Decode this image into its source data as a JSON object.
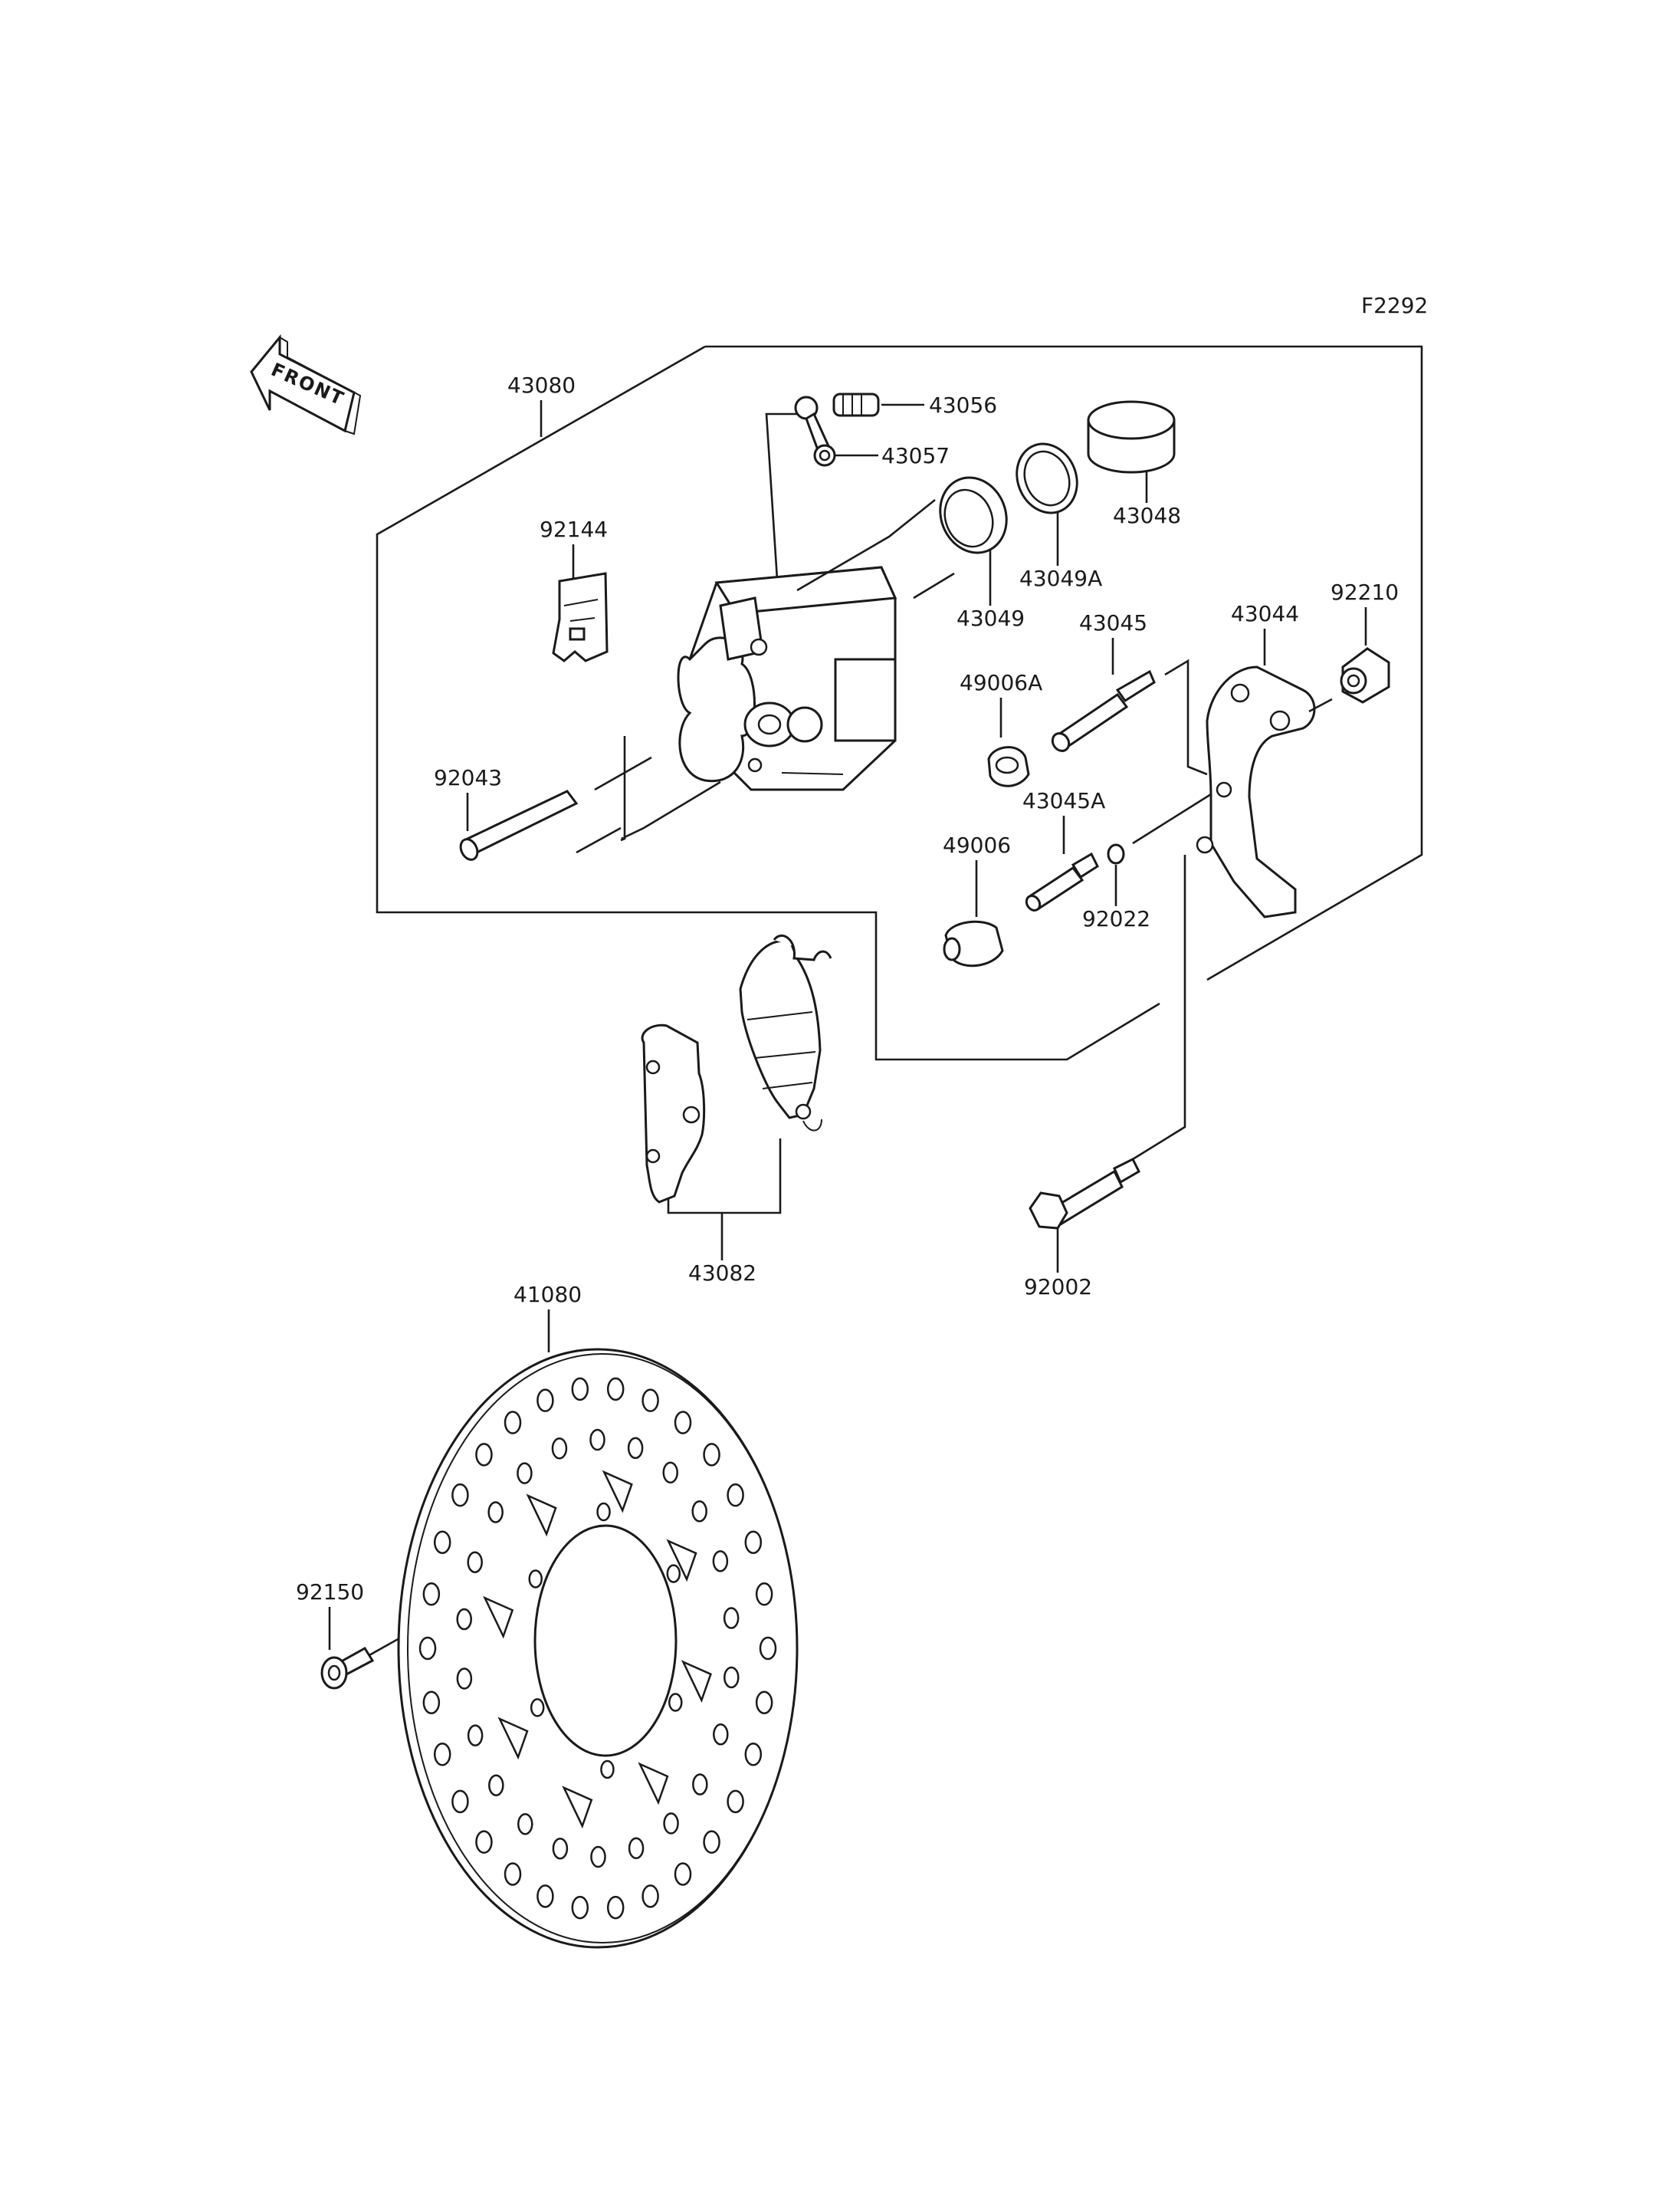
{
  "figure_code": "F2292",
  "front_label": "FRONT",
  "parts": {
    "p43080": "43080",
    "p43056": "43056",
    "p43057": "43057",
    "p43048": "43048",
    "p92144": "92144",
    "p43049A": "43049A",
    "p43049": "43049",
    "p43045": "43045",
    "p43044": "43044",
    "p92210": "92210",
    "p49006A": "49006A",
    "p92043": "92043",
    "p43045A": "43045A",
    "p49006": "49006",
    "p92022": "92022",
    "p43082": "43082",
    "p92002": "92002",
    "p41080": "41080",
    "p92150": "92150"
  }
}
